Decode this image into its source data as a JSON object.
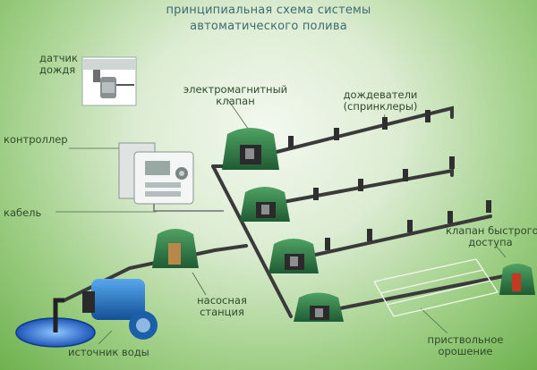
{
  "title": {
    "line1": "принципиальная схема системы",
    "line2": "автоматического полива"
  },
  "labels": {
    "rain_sensor_1": "датчик",
    "rain_sensor_2": "дождя",
    "controller": "контроллер",
    "cable": "кабель",
    "valve_1": "электромагнитный",
    "valve_2": "клапан",
    "sprinklers_1": "дождеватели",
    "sprinklers_2": "(спринклеры)",
    "quick_valve_1": "клапан быстрого",
    "quick_valve_2": "доступа",
    "pump_1": "насосная",
    "pump_2": "станция",
    "water_source": "источник воды",
    "drip_1": "приствольное",
    "drip_2": "орошение"
  },
  "colors": {
    "pipe": "#3a3a3a",
    "valve_box": "#2f7a45",
    "title": "#3f6a72",
    "text": "#2e4a2a",
    "water": "#2f6fd0",
    "pump": "#1f6fc0"
  }
}
